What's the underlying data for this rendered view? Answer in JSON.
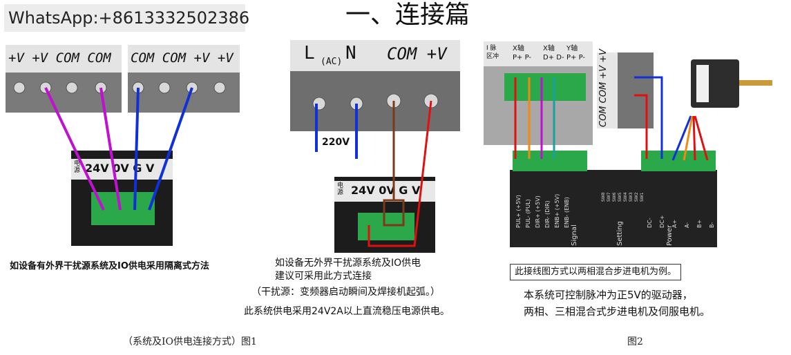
{
  "header": {
    "whatsapp": "WhatsApp:+8613332502386",
    "title": "一、连接篇"
  },
  "fig1_left": {
    "psu_labels_a": "+V  +V  COM  COM",
    "psu_labels_b": "COM  COM  +V  +V",
    "controller_label": "24V 0V G  V",
    "power_label": "电源",
    "caption": "如设备有外界干扰源系统及IO供电采用隔离式方法"
  },
  "fig1_right": {
    "psu_left": "L",
    "psu_ac": "(AC)",
    "psu_n": "N",
    "psu_right": "COM +V",
    "voltage": "220V",
    "controller_label": "24V 0V G  V",
    "power_label": "电源",
    "caption_line1": "如设备无外界干扰源系统及IO供电",
    "caption_line2": "建议可采用此方式连接",
    "caption_line3": "（干扰源：变频器启动瞬间及焊接机起弧。）",
    "caption_line4": "此系统供电采用24V2A以上直流稳压电源供电。"
  },
  "fig2": {
    "header_labels": [
      "I 脉区冲",
      "X轴 P+ P-",
      "X轴 D+ D-",
      "Y轴 P+ P-"
    ],
    "psu_vert": "COM COM +V +V",
    "driver_labels": [
      "PUL+ (+5V)",
      "PUL- (PUL)",
      "DIR+ (+5V)",
      "DIR- (DIR)",
      "ENB+ (+5V)",
      "ENB- (ENB)"
    ],
    "driver_groups": [
      "Signal",
      "Setting",
      "Power"
    ],
    "switches": [
      "SW8",
      "SW7",
      "SW6",
      "SW5",
      "SW4",
      "SW3",
      "SW2",
      "SW1"
    ],
    "power_terms": [
      "DC-",
      "DC+",
      "A+",
      "A-",
      "B+",
      "B-"
    ],
    "boxed_note": "此接线图方式以两相混合步进电机为例。",
    "desc_line1": "本系统可控制脉冲为正5V的驱动器，",
    "desc_line2": "两相、三相混合式步进电机及伺服电机。"
  },
  "figure_captions": {
    "fig1": "（系统及IO供电连接方式）图1",
    "fig2": "图2"
  },
  "colors": {
    "magenta": "#c010d0",
    "blue": "#1030d8",
    "red": "#e01010",
    "brown": "#7a3a18",
    "orange": "#f08a10",
    "terminal_green": "#2aa84a"
  }
}
